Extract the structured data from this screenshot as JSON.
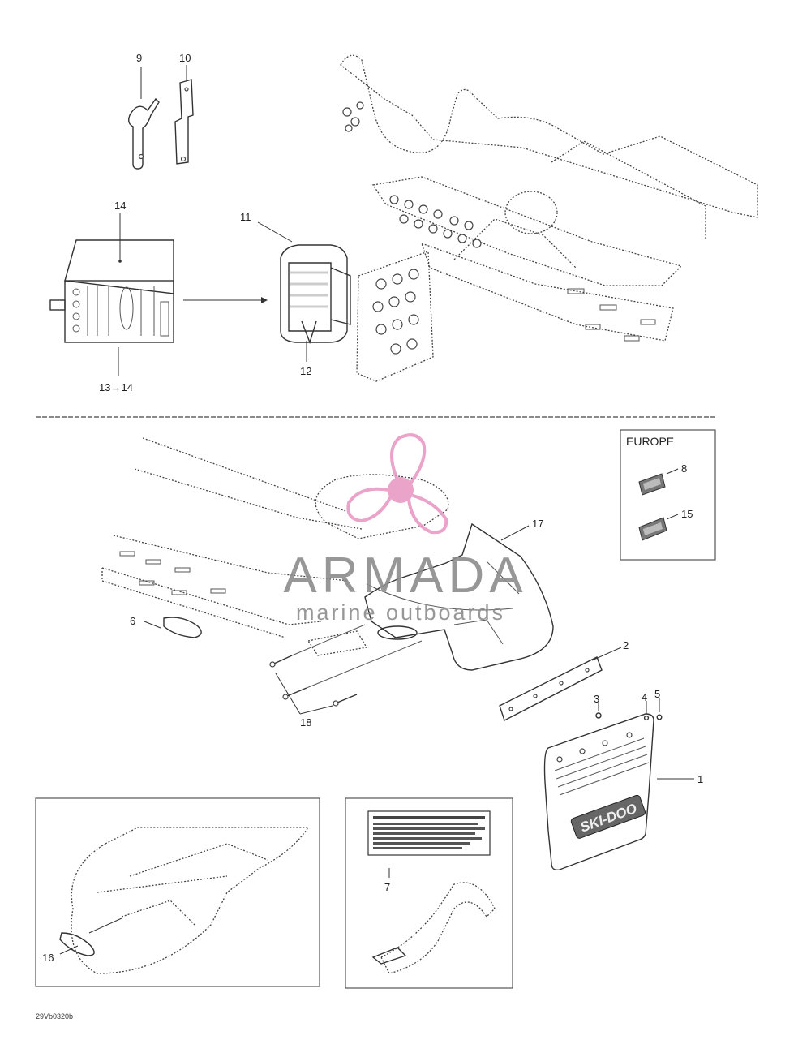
{
  "callouts": {
    "c1": "1",
    "c2": "2",
    "c3": "3",
    "c4": "4",
    "c5": "5",
    "c6": "6",
    "c7": "7",
    "c8": "8",
    "c9": "9",
    "c10": "10",
    "c11": "11",
    "c12": "12",
    "c13": "13→14",
    "c14": "14",
    "c15": "15",
    "c16": "16",
    "c17": "17",
    "c18": "18"
  },
  "inset_europe_title": "EUROPE",
  "decal_logo_text": "SKI-DOO",
  "figure_code": "29Vb0320b",
  "watermark": {
    "brand": "ARMADA",
    "tagline": "marine outboards",
    "color_pink": "#e89ac4",
    "color_gray": "#8c8c8c"
  }
}
